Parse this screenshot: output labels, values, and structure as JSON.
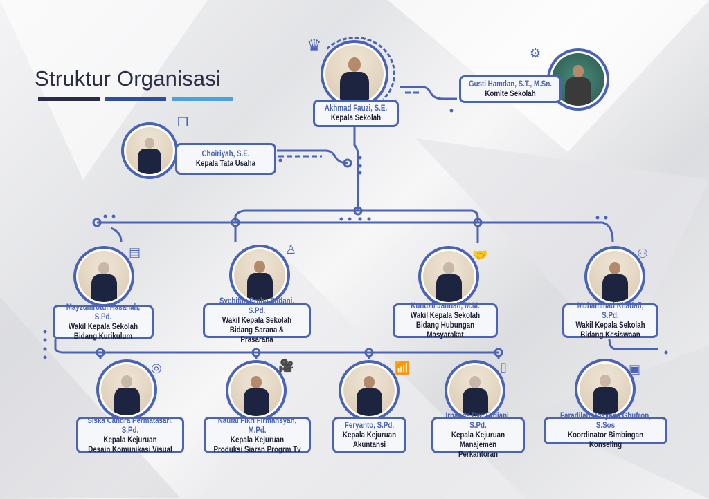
{
  "title": "Struktur Organisasi",
  "colors": {
    "accent": "#4a63b5",
    "bar1": "#2a2d48",
    "bar2": "#2f4f9a",
    "bar3": "#4aa3d9",
    "text": "#1c1f33"
  },
  "head": {
    "name": "Akhmad Fauzi, S.E.",
    "role": "Kepala Sekolah",
    "icon": "crown-icon"
  },
  "committee": {
    "name": "Gusti Hamdan, S.T., M.Sn.",
    "role": "Komite Sekolah",
    "icon": "people-gear-icon"
  },
  "admin": {
    "name": "Choiriyah, S.E.",
    "role": "Kepala Tata Usaha",
    "icon": "documents-icon"
  },
  "vice": [
    {
      "name": "Mayzumrotul Hasanah, S.Pd.",
      "role1": "Wakil Kepala Sekolah",
      "role2": "Bidang Kurikulum",
      "icon": "book-icon"
    },
    {
      "name": "Syehifan Praha Sadani, S.Pd.",
      "role1": "Wakil Kepala Sekolah",
      "role2": "Bidang Sarana & Prasarana",
      "icon": "worker-icon"
    },
    {
      "name": "Kunuzil Jannah, M.M.",
      "role1": "Wakil Kepala Sekolah",
      "role2": "Bidang Hubungan Masyarakat",
      "icon": "handshake-icon"
    },
    {
      "name": "Muhammad Khadafi, S.Pd.",
      "role1": "Wakil Kepala Sekolah",
      "role2": "Bidang Kesiswaan",
      "icon": "students-icon"
    }
  ],
  "heads": [
    {
      "name": "Siska Candra Permatasari, S.Pd.",
      "role1": "Kepala Kejuruan",
      "role2": "Desain Komunikasi Visual",
      "icon": "aperture-icon"
    },
    {
      "name": "Naufal Fikri Firmansyah, M.Pd.",
      "role1": "Kepala Kejuruan",
      "role2": "Produksi Siaran Progrm Tv",
      "icon": "video-camera-icon"
    },
    {
      "name": "Feryanto, S.Pd.",
      "role1": "Kepala Kejuruan",
      "role2": "Akuntansi",
      "icon": "bar-chart-icon"
    },
    {
      "name": "Irnanda Dwi Erdiani, S.Pd.",
      "role1": "Kepala Kejuruan",
      "role2": "Manajemen Perkantoran",
      "icon": "document-icon"
    },
    {
      "name": "Faradilah Rosyada Ghufron, S.Sos",
      "role1": "Koordinator Bimbingan Konseling",
      "role2": "",
      "icon": "id-card-icon"
    }
  ]
}
